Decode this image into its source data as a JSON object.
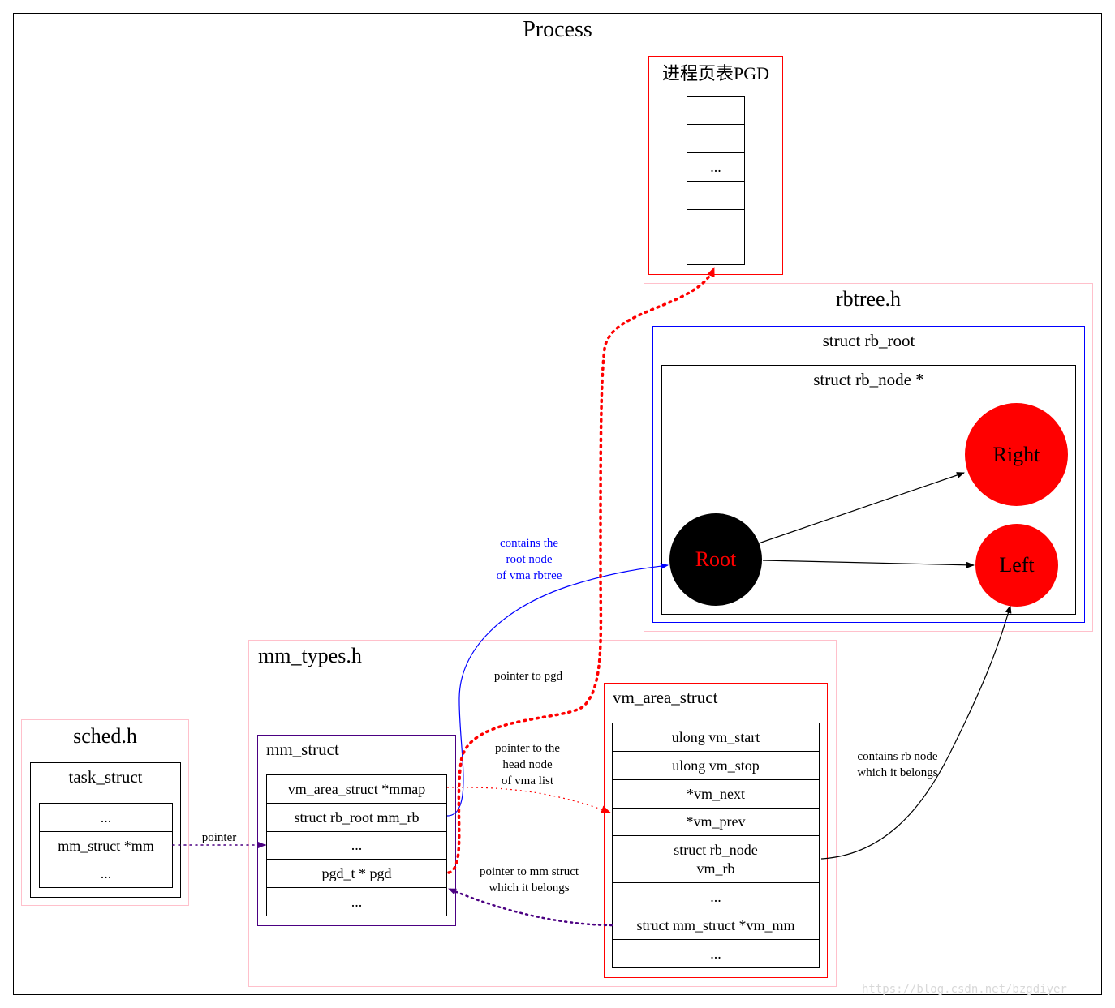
{
  "process": {
    "title": "Process"
  },
  "pgd": {
    "title": "进程页表PGD",
    "rows": [
      "",
      "",
      "...",
      "",
      "",
      ""
    ]
  },
  "rbtree": {
    "title": "rbtree.h",
    "rb_root_title": "struct rb_root",
    "rb_node_title": "struct rb_node *",
    "nodes": {
      "root": "Root",
      "right": "Right",
      "left": "Left"
    }
  },
  "mm_types": {
    "title": "mm_types.h",
    "mm_struct": {
      "title": "mm_struct",
      "rows": [
        "vm_area_struct *mmap",
        "struct rb_root mm_rb",
        "...",
        "pgd_t * pgd",
        "..."
      ]
    },
    "vm_area_struct": {
      "title": "vm_area_struct",
      "rows": [
        "ulong vm_start",
        "ulong vm_stop",
        "*vm_next",
        "*vm_prev",
        "struct rb_node\nvm_rb",
        "...",
        "struct mm_struct *vm_mm",
        "..."
      ]
    }
  },
  "sched": {
    "title": "sched.h",
    "task_struct": {
      "title": "task_struct",
      "rows": [
        "...",
        "mm_struct *mm",
        "..."
      ]
    }
  },
  "edge_labels": {
    "contains_root": "contains the\nroot node\nof vma rbtree",
    "pointer_to_pgd": "pointer to pgd",
    "pointer_to_head": "pointer to the\nhead node\nof vma list",
    "pointer_to_mm": "pointer to mm struct\nwhich it belongs",
    "contains_rb_node": "contains rb node\nwhich it belongs",
    "pointer": "pointer"
  },
  "watermark": "https://blog.csdn.net/bzgdiyer",
  "colors": {
    "cluster_border": "#ffc0cb",
    "pgd_border": "#ff0000",
    "rb_root_border": "#0000ff",
    "mm_struct_border": "#4b0082",
    "vma_border": "#ff0000",
    "root_fill": "#000000",
    "root_text": "#ff0000",
    "leaf_fill": "#ff0000",
    "blue_edge": "#0000ff",
    "red_edge": "#ff0000",
    "indigo_edge": "#4b0082"
  }
}
